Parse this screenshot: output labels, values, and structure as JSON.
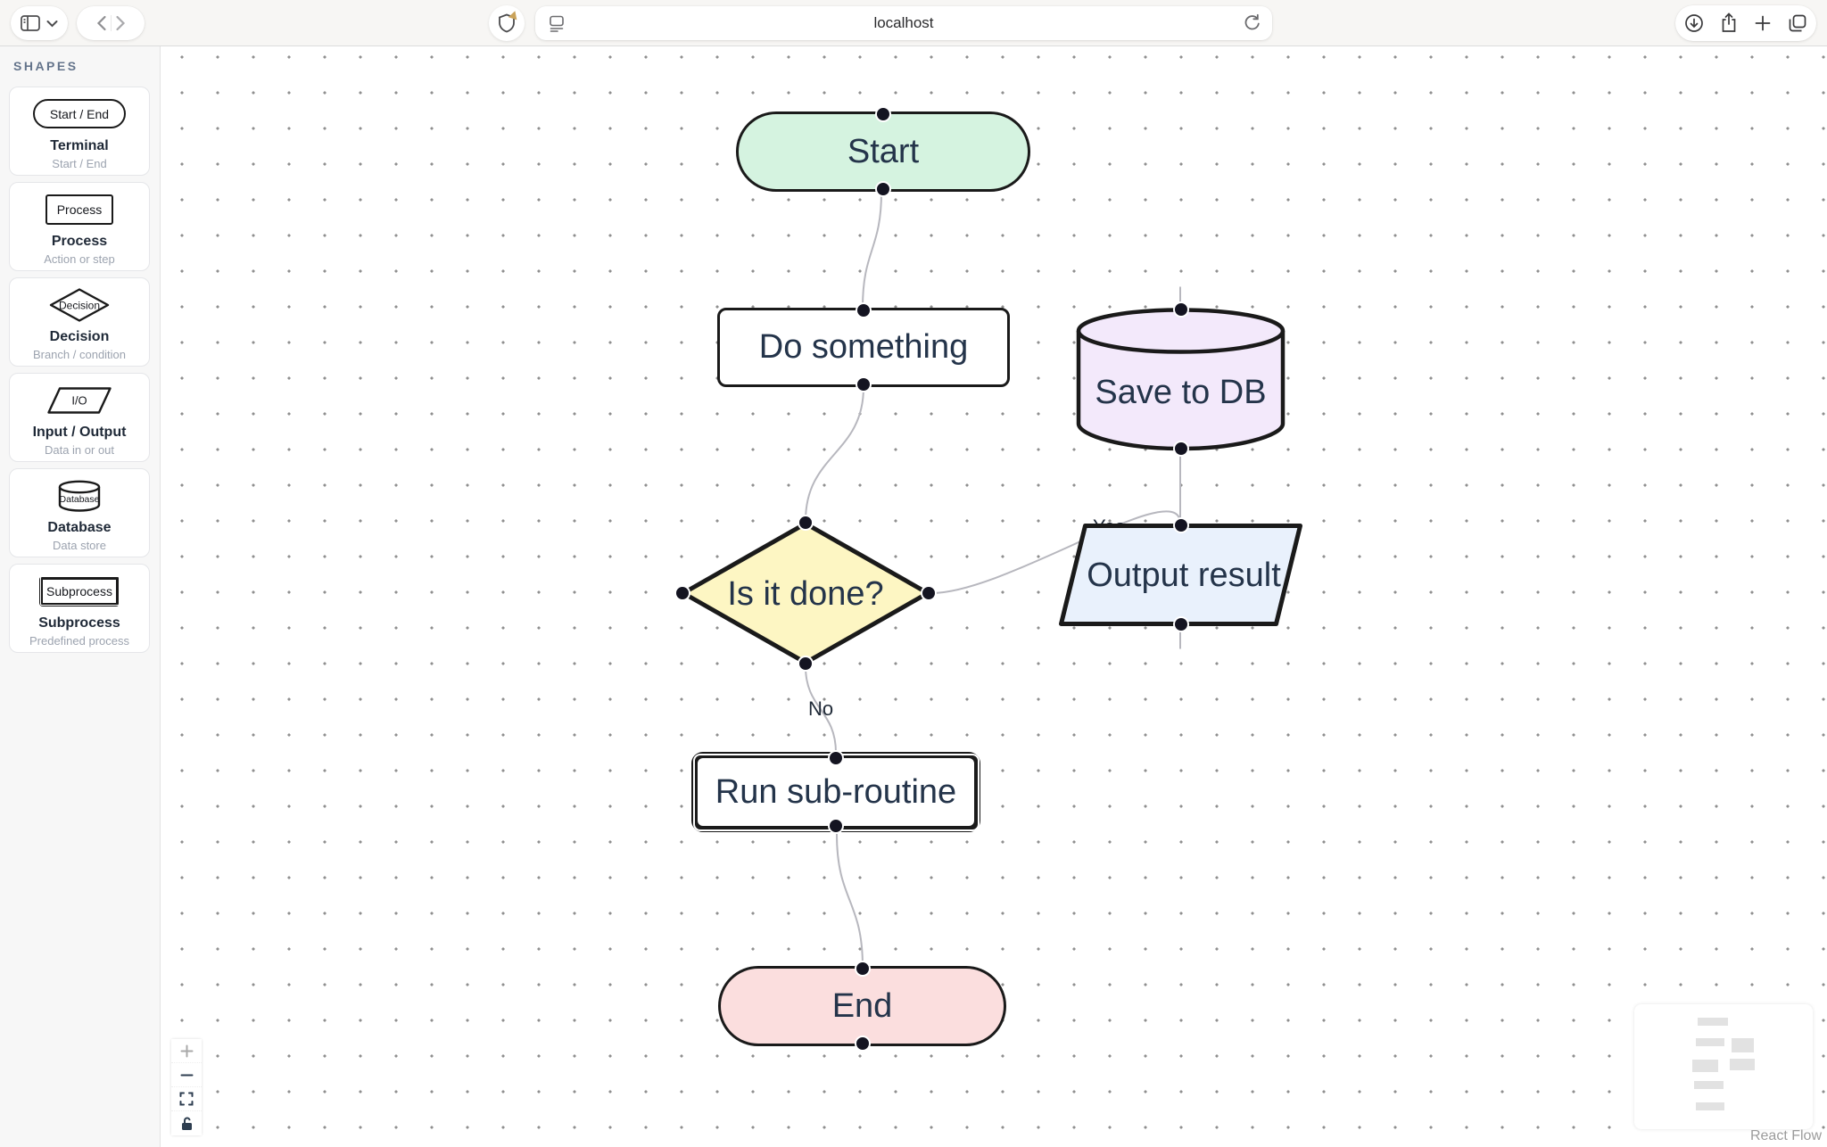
{
  "browser": {
    "url": "localhost",
    "left_icons": [
      "sidebar-toggle-icon",
      "chevron-down-icon",
      "back-icon",
      "forward-icon"
    ],
    "address_icons": [
      "shield-icon",
      "reader-icon",
      "reload-icon"
    ],
    "right_icons": [
      "download-icon",
      "share-icon",
      "new-tab-icon",
      "tabs-icon"
    ]
  },
  "sidebar": {
    "title": "SHAPES",
    "items": [
      {
        "preview_label": "Start / End",
        "title": "Terminal",
        "description": "Start / End",
        "shape": "terminal"
      },
      {
        "preview_label": "Process",
        "title": "Process",
        "description": "Action or step",
        "shape": "process"
      },
      {
        "preview_label": "Decision",
        "title": "Decision",
        "description": "Branch / condition",
        "shape": "decision"
      },
      {
        "preview_label": "I/O",
        "title": "Input / Output",
        "description": "Data in or out",
        "shape": "io"
      },
      {
        "preview_label": "Database",
        "title": "Database",
        "description": "Data store",
        "shape": "database"
      },
      {
        "preview_label": "Subprocess",
        "title": "Subprocess",
        "description": "Predefined process",
        "shape": "subprocess"
      }
    ]
  },
  "flow": {
    "nodes": [
      {
        "id": "start",
        "label": "Start",
        "shape": "terminal",
        "fill": "#d5f3e0"
      },
      {
        "id": "do",
        "label": "Do something",
        "shape": "process",
        "fill": "#ffffff"
      },
      {
        "id": "savedb",
        "label": "Save to DB",
        "shape": "database",
        "fill": "#f3e9fb"
      },
      {
        "id": "decision",
        "label": "Is it done?",
        "shape": "decision",
        "fill": "#fdf6c3"
      },
      {
        "id": "output",
        "label": "Output result",
        "shape": "io",
        "fill": "#e9f1fc"
      },
      {
        "id": "subroutine",
        "label": "Run sub-routine",
        "shape": "subprocess",
        "fill": "#ffffff"
      },
      {
        "id": "end",
        "label": "End",
        "shape": "terminal",
        "fill": "#fbdede"
      }
    ],
    "edges": [
      {
        "from": "start",
        "to": "do",
        "label": ""
      },
      {
        "from": "do",
        "to": "decision",
        "label": ""
      },
      {
        "from": "decision",
        "to": "output",
        "label": "Yes"
      },
      {
        "from": "output",
        "to": "savedb",
        "label": ""
      },
      {
        "from": "decision",
        "to": "subroutine",
        "label": "No"
      },
      {
        "from": "subroutine",
        "to": "end",
        "label": ""
      }
    ],
    "attribution": "React Flow",
    "edge_color": "#b7b7be",
    "node_border_color": "#1a1a1a",
    "node_text_color": "#24344a"
  }
}
